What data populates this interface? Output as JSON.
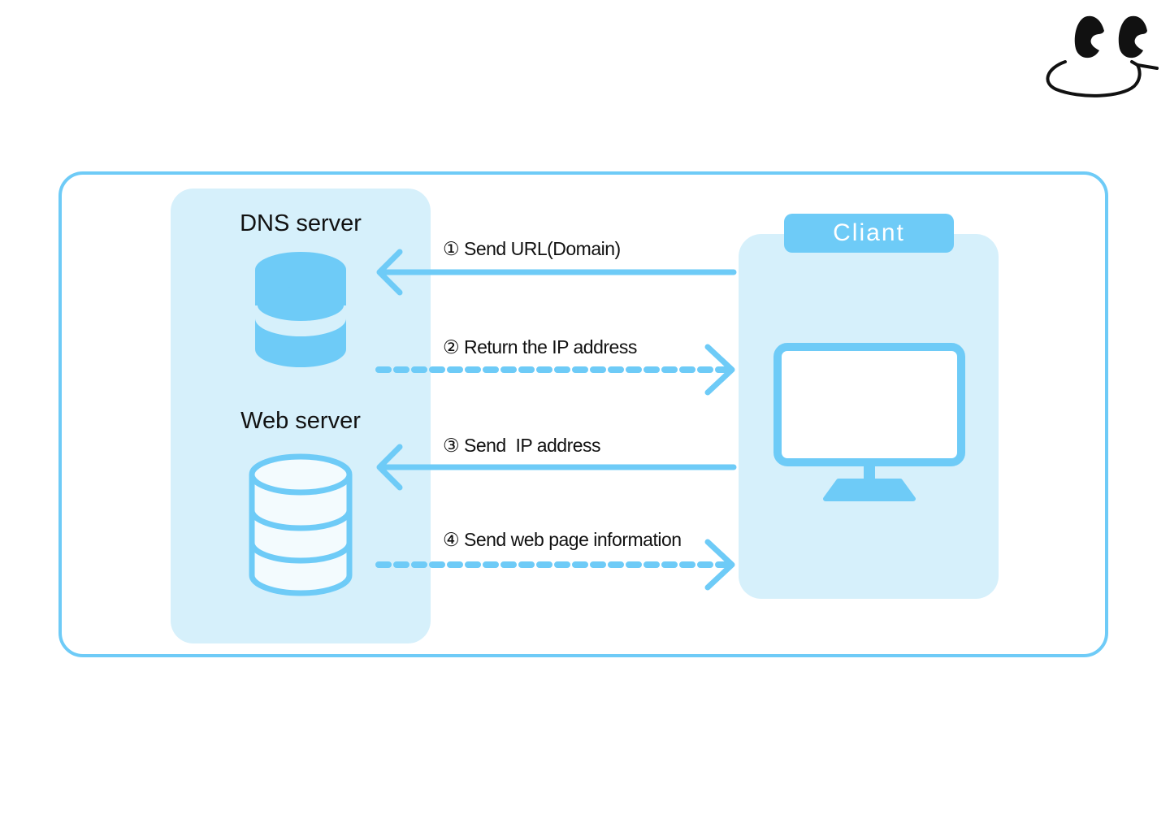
{
  "colors": {
    "accent": "#6ecbf7",
    "panel": "#d6f0fb",
    "text": "#111111"
  },
  "servers": {
    "dns_title": "DNS server",
    "web_title": "Web server"
  },
  "client": {
    "title": "Cliant"
  },
  "steps": [
    {
      "label": "① Send URL(Domain)",
      "direction": "client-to-server",
      "style": "solid"
    },
    {
      "label": "② Return the IP address",
      "direction": "server-to-client",
      "style": "dashed"
    },
    {
      "label": "③ Send  IP address",
      "direction": "client-to-server",
      "style": "solid"
    },
    {
      "label": "④ Send web page information",
      "direction": "server-to-client",
      "style": "dashed"
    }
  ],
  "icons": {
    "dns": "database-icon",
    "web": "database-icon",
    "client": "monitor-icon",
    "mascot": "face-doodle-icon"
  }
}
